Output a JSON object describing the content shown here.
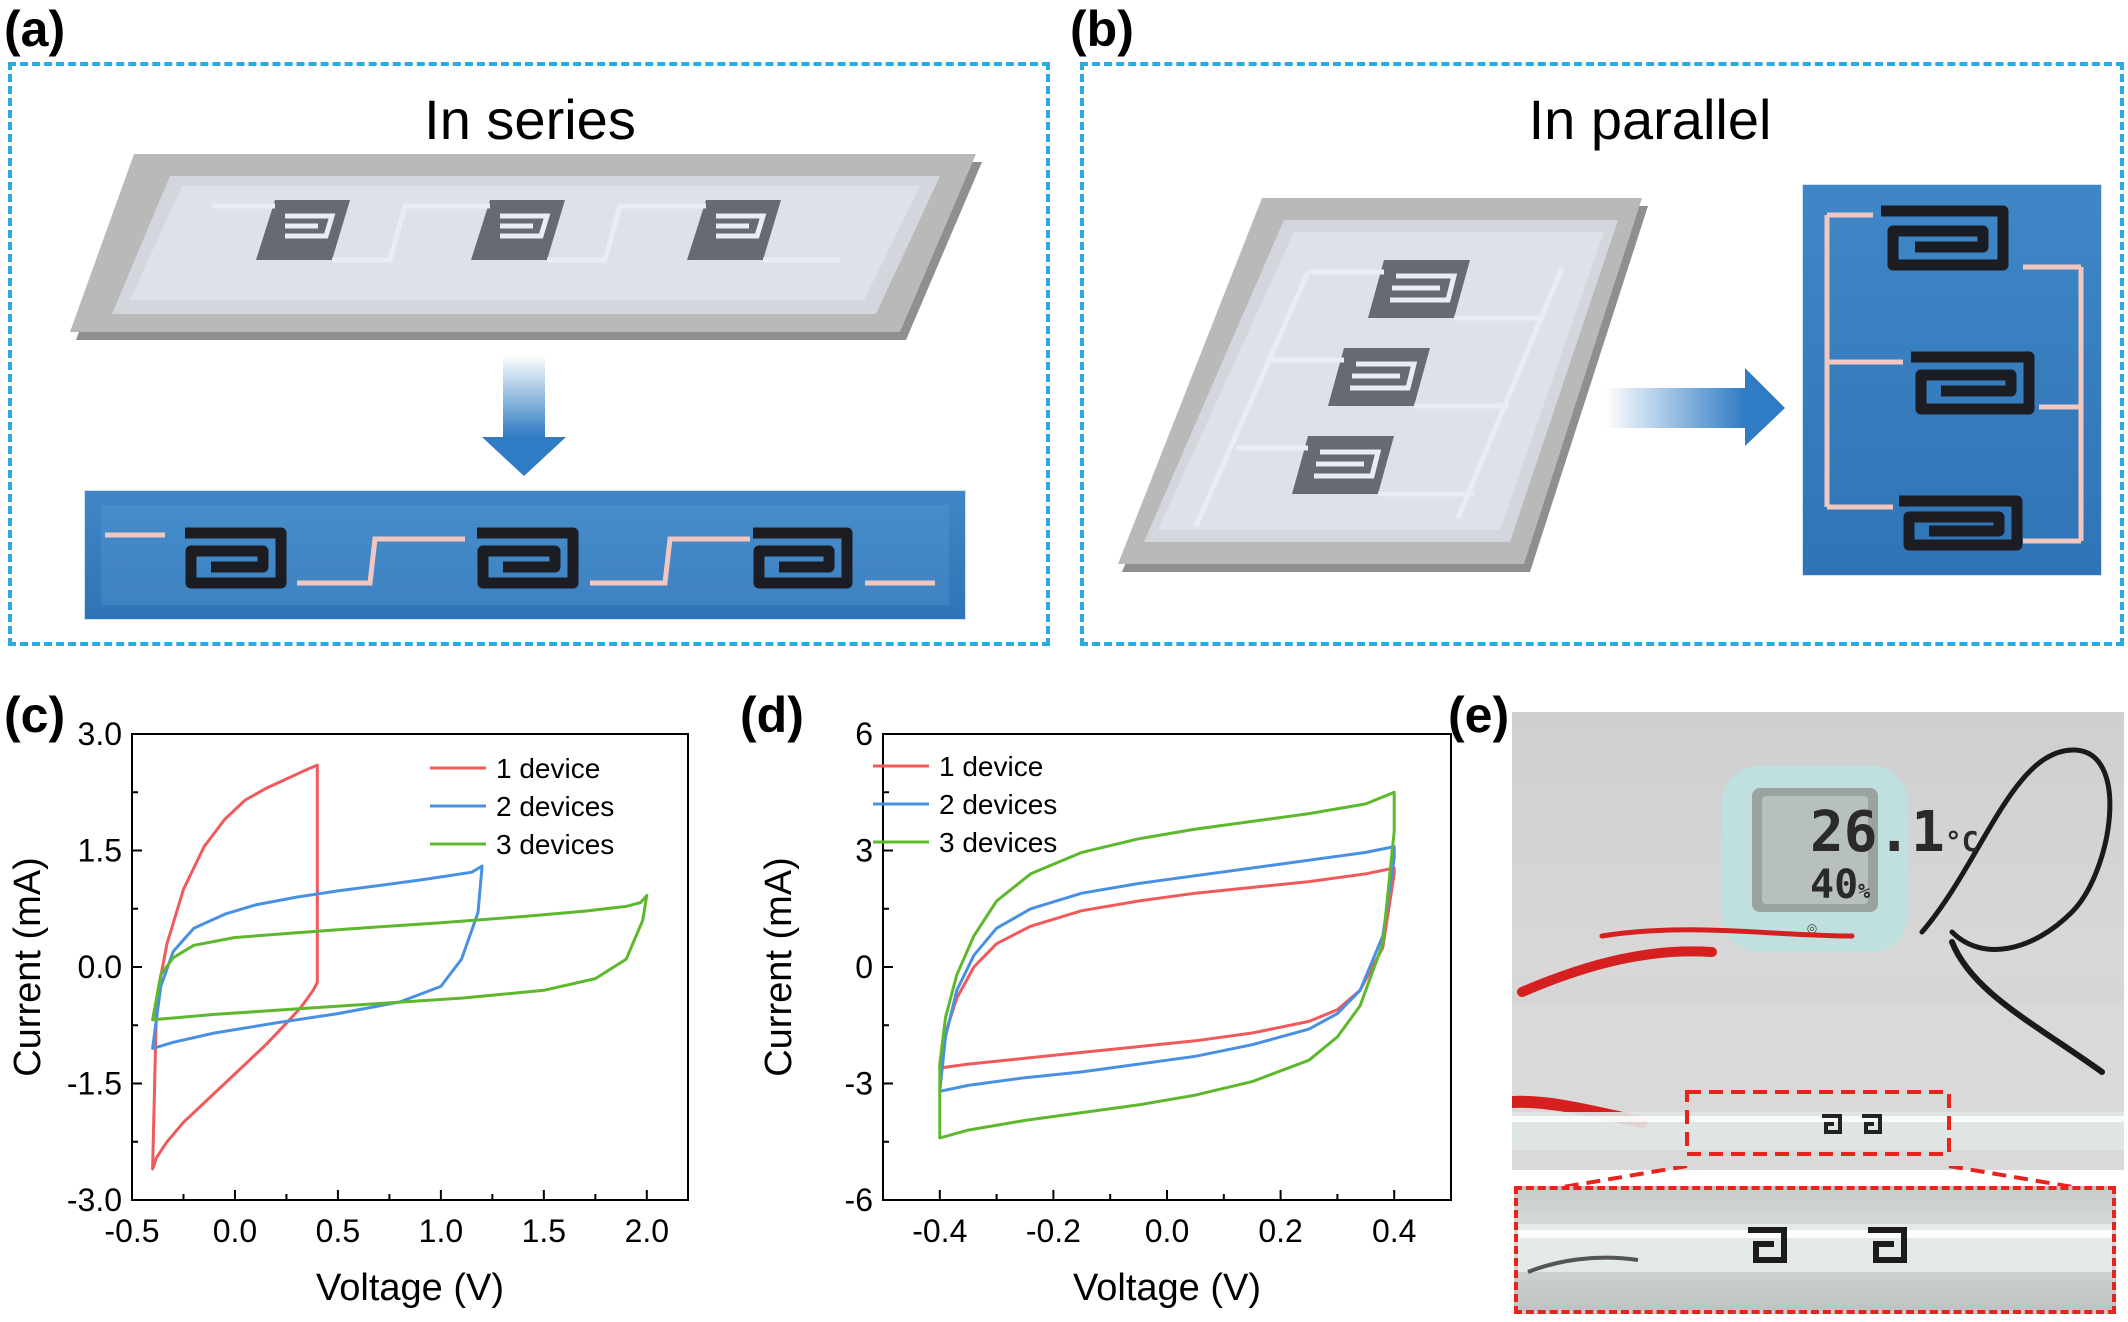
{
  "panels": {
    "a": {
      "label": "(a)",
      "title": "In series"
    },
    "b": {
      "label": "(b)",
      "title": "In parallel"
    },
    "c": {
      "label": "(c)"
    },
    "d": {
      "label": "(d)"
    },
    "e": {
      "label": "(e)"
    }
  },
  "thermometer": {
    "temperature": "26.1",
    "unit": "°C",
    "humidity": "40",
    "humidity_unit": "%"
  },
  "colors": {
    "dash": "#29abe2",
    "red": "#f05a5a",
    "blue": "#4a90e2",
    "green": "#5db82d",
    "arrow": "#2f7bc4"
  },
  "chart_data": [
    {
      "type": "line",
      "xlabel": "Voltage (V)",
      "ylabel": "Current (mA)",
      "xlim": [
        -0.5,
        2.2
      ],
      "ylim": [
        -3.0,
        3.0
      ],
      "xticks": [
        "-0.5",
        "0.0",
        "0.5",
        "1.0",
        "1.5",
        "2.0"
      ],
      "xtick_values": [
        -0.5,
        0.0,
        0.5,
        1.0,
        1.5,
        2.0
      ],
      "yticks": [
        "-3.0",
        "-1.5",
        "0.0",
        "1.5",
        "3.0"
      ],
      "ytick_values": [
        -3.0,
        -1.5,
        0.0,
        1.5,
        3.0
      ],
      "legend_position": "top-right",
      "series": [
        {
          "name": "1 device",
          "color": "#f05a5a",
          "x": [
            -0.4,
            -0.38,
            -0.33,
            -0.25,
            -0.15,
            -0.05,
            0.05,
            0.15,
            0.25,
            0.33,
            0.4,
            0.4,
            0.38,
            0.32,
            0.24,
            0.15,
            0.05,
            -0.05,
            -0.15,
            -0.25,
            -0.33,
            -0.38,
            -0.4
          ],
          "y": [
            -2.6,
            -0.4,
            0.3,
            1.0,
            1.55,
            1.9,
            2.15,
            2.3,
            2.42,
            2.52,
            2.6,
            -0.2,
            -0.3,
            -0.52,
            -0.75,
            -1.0,
            -1.25,
            -1.5,
            -1.75,
            -2.0,
            -2.25,
            -2.45,
            -2.6
          ]
        },
        {
          "name": "2 devices",
          "color": "#4a90e2",
          "x": [
            -0.4,
            -0.36,
            -0.3,
            -0.2,
            -0.05,
            0.1,
            0.3,
            0.5,
            0.7,
            0.9,
            1.05,
            1.15,
            1.2,
            1.18,
            1.1,
            1.0,
            0.8,
            0.5,
            0.2,
            -0.1,
            -0.3,
            -0.4
          ],
          "y": [
            -1.05,
            -0.25,
            0.2,
            0.5,
            0.68,
            0.8,
            0.9,
            0.98,
            1.05,
            1.12,
            1.18,
            1.22,
            1.3,
            0.7,
            0.1,
            -0.25,
            -0.45,
            -0.6,
            -0.72,
            -0.85,
            -0.97,
            -1.05
          ]
        },
        {
          "name": "3 devices",
          "color": "#5db82d",
          "x": [
            -0.4,
            -0.36,
            -0.3,
            -0.2,
            0.0,
            0.3,
            0.6,
            1.0,
            1.4,
            1.7,
            1.9,
            1.97,
            2.0,
            1.98,
            1.9,
            1.75,
            1.5,
            1.1,
            0.7,
            0.3,
            -0.1,
            -0.4
          ],
          "y": [
            -0.68,
            -0.1,
            0.12,
            0.28,
            0.38,
            0.44,
            0.5,
            0.57,
            0.65,
            0.72,
            0.78,
            0.83,
            0.92,
            0.6,
            0.1,
            -0.15,
            -0.3,
            -0.4,
            -0.47,
            -0.54,
            -0.61,
            -0.68
          ]
        }
      ]
    },
    {
      "type": "line",
      "xlabel": "Voltage (V)",
      "ylabel": "Current (mA)",
      "xlim": [
        -0.5,
        0.5
      ],
      "ylim": [
        -6,
        6
      ],
      "xticks": [
        "-0.4",
        "-0.2",
        "0.0",
        "0.2",
        "0.4"
      ],
      "xtick_values": [
        -0.4,
        -0.2,
        0.0,
        0.2,
        0.4
      ],
      "yticks": [
        "-6",
        "-3",
        "0",
        "3",
        "6"
      ],
      "ytick_values": [
        -6,
        -3,
        0,
        3,
        6
      ],
      "legend_position": "top-left",
      "series": [
        {
          "name": "1 device",
          "color": "#f05a5a",
          "x": [
            -0.4,
            -0.39,
            -0.37,
            -0.34,
            -0.3,
            -0.24,
            -0.15,
            -0.05,
            0.05,
            0.15,
            0.25,
            0.35,
            0.4,
            0.4,
            0.38,
            0.34,
            0.3,
            0.25,
            0.15,
            0.05,
            -0.05,
            -0.15,
            -0.25,
            -0.35,
            -0.4
          ],
          "y": [
            -2.6,
            -1.7,
            -0.8,
            0.0,
            0.6,
            1.05,
            1.45,
            1.7,
            1.9,
            2.05,
            2.2,
            2.4,
            2.55,
            2.4,
            0.5,
            -0.6,
            -1.1,
            -1.4,
            -1.7,
            -1.9,
            -2.05,
            -2.2,
            -2.35,
            -2.5,
            -2.6
          ]
        },
        {
          "name": "2 devices",
          "color": "#4a90e2",
          "x": [
            -0.4,
            -0.39,
            -0.37,
            -0.34,
            -0.3,
            -0.24,
            -0.15,
            -0.05,
            0.05,
            0.15,
            0.25,
            0.35,
            0.4,
            0.4,
            0.38,
            0.34,
            0.3,
            0.25,
            0.15,
            0.05,
            -0.05,
            -0.15,
            -0.25,
            -0.35,
            -0.4
          ],
          "y": [
            -3.2,
            -1.8,
            -0.6,
            0.3,
            1.0,
            1.5,
            1.9,
            2.15,
            2.35,
            2.55,
            2.75,
            2.95,
            3.1,
            2.8,
            0.8,
            -0.6,
            -1.2,
            -1.6,
            -2.0,
            -2.3,
            -2.5,
            -2.7,
            -2.85,
            -3.05,
            -3.2
          ]
        },
        {
          "name": "3 devices",
          "color": "#5db82d",
          "x": [
            -0.4,
            -0.4,
            -0.39,
            -0.37,
            -0.34,
            -0.3,
            -0.24,
            -0.15,
            -0.05,
            0.05,
            0.15,
            0.25,
            0.35,
            0.4,
            0.4,
            0.38,
            0.34,
            0.3,
            0.25,
            0.15,
            0.05,
            -0.05,
            -0.15,
            -0.25,
            -0.35,
            -0.4
          ],
          "y": [
            -4.4,
            -2.5,
            -1.3,
            -0.2,
            0.8,
            1.7,
            2.4,
            2.95,
            3.3,
            3.55,
            3.75,
            3.95,
            4.2,
            4.5,
            3.5,
            0.6,
            -1.0,
            -1.8,
            -2.4,
            -2.95,
            -3.3,
            -3.55,
            -3.75,
            -3.95,
            -4.2,
            -4.4
          ]
        }
      ]
    }
  ]
}
